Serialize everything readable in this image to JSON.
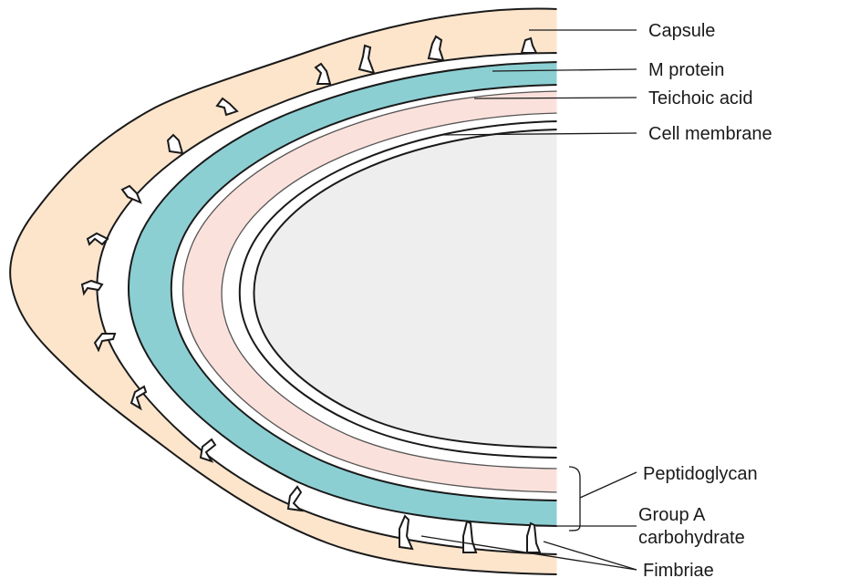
{
  "labels": {
    "capsule": "Capsule",
    "m_protein": "M protein",
    "teichoic_acid": "Teichoic acid",
    "cell_membrane": "Cell membrane",
    "peptidoglycan": "Peptidoglycan",
    "group_a_line1": "Group A",
    "group_a_line2": "carbohydrate",
    "fimbriae": "Fimbriae"
  },
  "colors": {
    "capsule": "#fde5cc",
    "m_protein": "#8ccfd3",
    "teichoic_acid": "#fbe1dc",
    "cytoplasm": "#eeeeee",
    "line": "#1a1a1a"
  }
}
